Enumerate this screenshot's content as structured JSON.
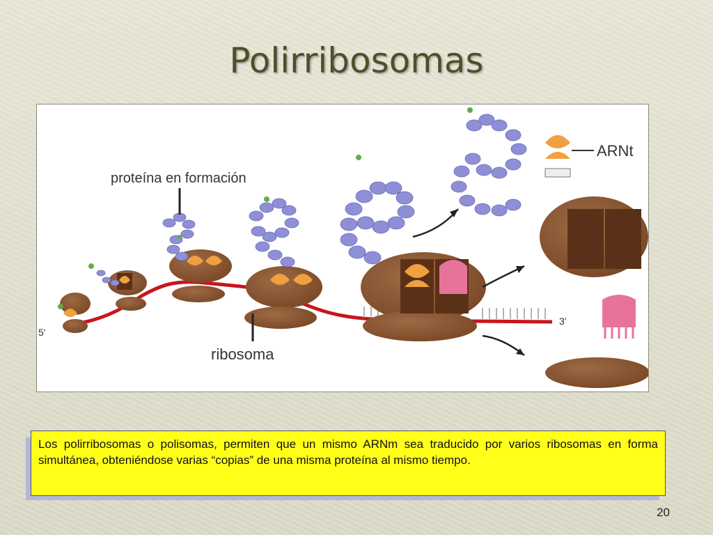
{
  "slide": {
    "title": "Polirribosomas",
    "page_number": "20"
  },
  "figure": {
    "label_protein": "proteína en formación",
    "label_ribosome": "ribosoma",
    "label_trna": "ARNt",
    "label_5prime": "5'",
    "label_3prime": "3'"
  },
  "caption": {
    "text": "Los polirribosomas o polisomas, permiten que un mismo ARNm sea traducido por varios ribosomas en forma simultánea, obteniéndose varias “copias” de una misma proteína al mismo tiempo."
  },
  "colors": {
    "ribosome": "#8a5632",
    "mrna": "#c8161e",
    "protein": "#8f8fd8",
    "trna": "#f0a040",
    "release_factor": "#e8739a"
  }
}
